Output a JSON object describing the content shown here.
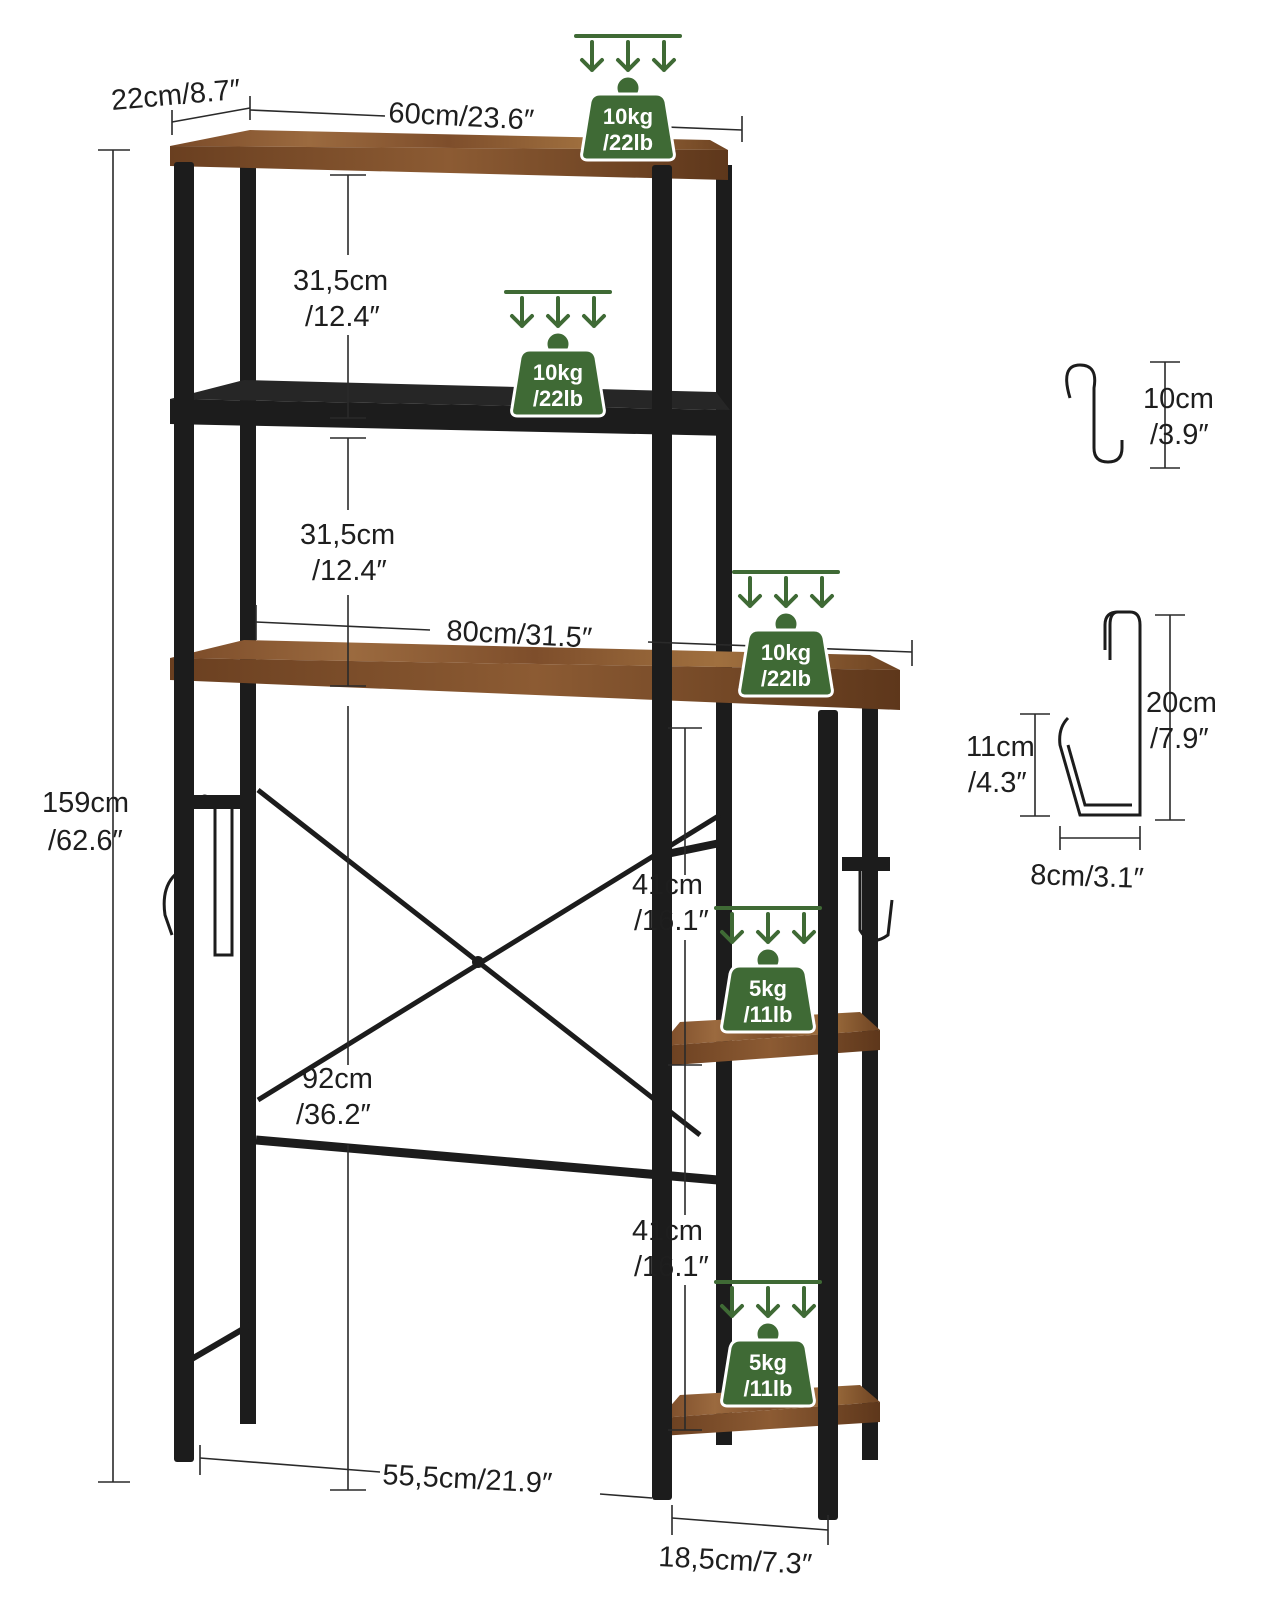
{
  "dimensions": {
    "depth_top": "22cm/8.7″",
    "width_top": "60cm/23.6″",
    "gap_upper_1": "31,5cm\n/12.4″",
    "gap_upper_2": "31,5cm\n/12.4″",
    "width_main": "80cm/31.5″",
    "height_total": "159cm\n/62.6″",
    "side_gap_1": "41cm\n/16.1″",
    "side_gap_2": "41cm\n/16.1″",
    "clearance_height": "92cm\n/36.2″",
    "inner_width": "55,5cm/21.9″",
    "side_depth": "18,5cm/7.3″"
  },
  "load_badges": [
    {
      "line1": "10kg",
      "line2": "/22lb"
    },
    {
      "line1": "10kg",
      "line2": "/22lb"
    },
    {
      "line1": "10kg",
      "line2": "/22lb"
    },
    {
      "line1": "5kg",
      "line2": "/11lb"
    },
    {
      "line1": "5kg",
      "line2": "/11lb"
    }
  ],
  "hooks": {
    "s_hook_height": "10cm\n/3.9″",
    "hanger_height": "20cm\n/7.9″",
    "hanger_inner_height": "11cm\n/4.3″",
    "hanger_width": "8cm/3.1″"
  },
  "colors": {
    "wood": "#8a5a34",
    "frame": "#1c1c1c",
    "badge_green": "#3f6a35"
  }
}
